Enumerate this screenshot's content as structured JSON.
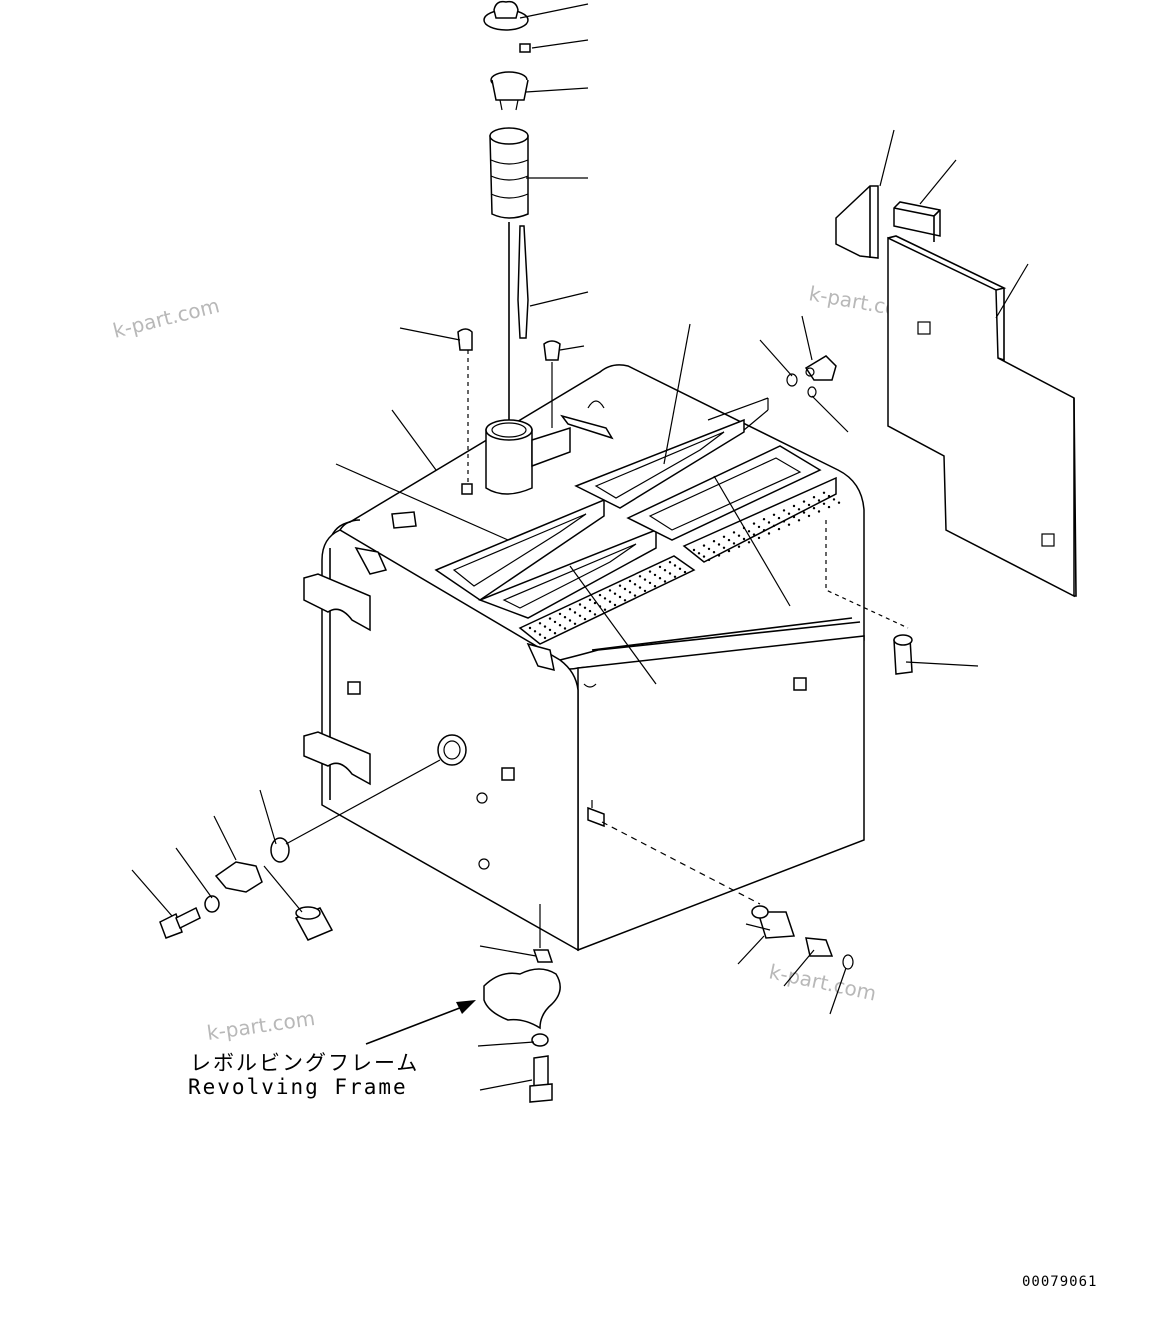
{
  "frame_label": {
    "japanese": "レボルビングフレーム",
    "english": "Revolving Frame"
  },
  "drawing_number": "00079061",
  "watermarks": [
    "k-part.com",
    "k-part.com",
    "k-part.com",
    "k-part.com"
  ]
}
